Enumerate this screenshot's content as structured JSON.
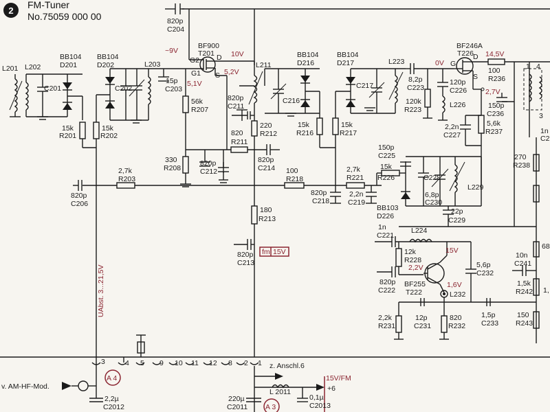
{
  "header": {
    "section_number": "2",
    "title": "FM-Tuner",
    "part_number": "No.75059 000 00"
  },
  "semiconductors": {
    "t201": {
      "type": "BF900",
      "ref": "T201",
      "pin_g1": "G1",
      "pin_g2": "G2",
      "pin_d": "D",
      "pin_s": "S"
    },
    "t226": {
      "type": "BF246A",
      "ref": "T226",
      "pin_g": "G",
      "pin_d": "D",
      "pin_s": "S"
    },
    "t222": {
      "type": "BF255",
      "ref": "T222"
    },
    "d201": {
      "type": "BB104",
      "ref": "D201"
    },
    "d202": {
      "type": "BB104",
      "ref": "D202"
    },
    "d216": {
      "type": "BB104",
      "ref": "D216"
    },
    "d217": {
      "type": "BB104",
      "ref": "D217"
    },
    "d226": {
      "type": "BB103",
      "ref": "D226"
    }
  },
  "inductors": {
    "l201": "L201",
    "l202": "L202",
    "l203": "L203",
    "l211": "L211",
    "l223": "L223",
    "l226": "L226",
    "l229": "L229",
    "l224": "L224",
    "l232": "L232",
    "l2011": "L 2011"
  },
  "capacitors": {
    "c204": {
      "value": "820p",
      "ref": "C204"
    },
    "c201": {
      "ref": "C201"
    },
    "c202": {
      "ref": "C202"
    },
    "c203": {
      "value": "15p",
      "ref": "C203"
    },
    "c211": {
      "value": "820p",
      "ref": "C211"
    },
    "c216": {
      "ref": "C216"
    },
    "c217": {
      "ref": "C217"
    },
    "c223": {
      "value": "8,2p",
      "ref": "C223"
    },
    "c226": {
      "value": "120p",
      "ref": "C226"
    },
    "c236": {
      "value": "150p",
      "ref": "C236"
    },
    "c227": {
      "value": "2,2n",
      "ref": "C227"
    },
    "c212": {
      "value": "820p",
      "ref": "C212"
    },
    "c214": {
      "value": "820p",
      "ref": "C214"
    },
    "c206": {
      "value": "820p",
      "ref": "C206"
    },
    "c218": {
      "value": "820p",
      "ref": "C218"
    },
    "c219": {
      "value": "2,2n",
      "ref": "C219"
    },
    "c225": {
      "value": "150p",
      "ref": "C225"
    },
    "c228": {
      "ref": "C228"
    },
    "c230": {
      "value": "6,8p",
      "ref": "C230"
    },
    "c229": {
      "value": "22p",
      "ref": "C229"
    },
    "c213": {
      "value": "820p",
      "ref": "C213"
    },
    "c221": {
      "value": "1n",
      "ref": "C221"
    },
    "c222": {
      "value": "820p",
      "ref": "C222"
    },
    "c232": {
      "value": "5,6p",
      "ref": "C232"
    },
    "c231": {
      "value": "12p",
      "ref": "C231"
    },
    "c233": {
      "value": "1,5p",
      "ref": "C233"
    },
    "c241": {
      "value": "10n",
      "ref": "C241"
    },
    "c2012": {
      "value": "2,2µ",
      "ref": "C2012"
    },
    "c2011": {
      "value": "220µ",
      "ref": "C2011"
    },
    "c2013": {
      "value": "0,1µ",
      "ref": "C2013"
    },
    "cright": {
      "value": "1n",
      "ref": "C2"
    }
  },
  "resistors": {
    "r236": {
      "value": "100",
      "ref": "R236"
    },
    "r223": {
      "value": "120k",
      "ref": "R223"
    },
    "r207": {
      "value": "56k",
      "ref": "R207"
    },
    "r212": {
      "value": "220",
      "ref": "R212"
    },
    "r211": {
      "value": "820",
      "ref": "R211"
    },
    "r201": {
      "value": "15k",
      "ref": "R201"
    },
    "r202": {
      "value": "15k",
      "ref": "R202"
    },
    "r216": {
      "value": "15k",
      "ref": "R216"
    },
    "r217": {
      "value": "15k",
      "ref": "R217"
    },
    "r237": {
      "value": "5,6k",
      "ref": "R237"
    },
    "r208": {
      "value": "330",
      "ref": "R208"
    },
    "r203": {
      "value": "2,7k",
      "ref": "R203"
    },
    "r218": {
      "value": "100",
      "ref": "R218"
    },
    "r221": {
      "value": "2,7k",
      "ref": "R221"
    },
    "r226": {
      "value": "15k",
      "ref": "R226"
    },
    "r238": {
      "value": "270",
      "ref": "R238"
    },
    "r213": {
      "value": "180",
      "ref": "R213"
    },
    "r228": {
      "value": "12k",
      "ref": "R228"
    },
    "r231": {
      "value": "2,2k",
      "ref": "R231"
    },
    "r232": {
      "value": "820",
      "ref": "R232"
    },
    "r242": {
      "value": "1,5k",
      "ref": "R242"
    },
    "r243": {
      "value": "150",
      "ref": "R243"
    },
    "rright": {
      "value": "68",
      "ref": "1,"
    }
  },
  "voltages": {
    "v_g2": "~9V",
    "v_drain": "10V",
    "v_source": "5,2V",
    "v_g1": "5,1V",
    "v_gate_t226": "0V",
    "v_supply": "14,5V",
    "v_source_t226": "2,7V",
    "v_t222_base": "2,2V",
    "v_t222_col": "15V",
    "v_t222_emit": "1,6V",
    "v_fm": "15V",
    "fm_label": "fm"
  },
  "bus": {
    "u_label": "UAbst. 3...21,5V",
    "pins": [
      "3",
      "4",
      "5",
      "9",
      "10",
      "11",
      "12",
      "8",
      "2",
      "1"
    ],
    "conn_label": "z. Anschl.6",
    "am_label": "v. AM-HF-Mod.",
    "supply_label": "15V/FM",
    "plus_label": "+6",
    "a4": "A 4",
    "a3": "A 3"
  },
  "tap_labels": {
    "t1": "1",
    "t2": "3",
    "t4": "4"
  }
}
